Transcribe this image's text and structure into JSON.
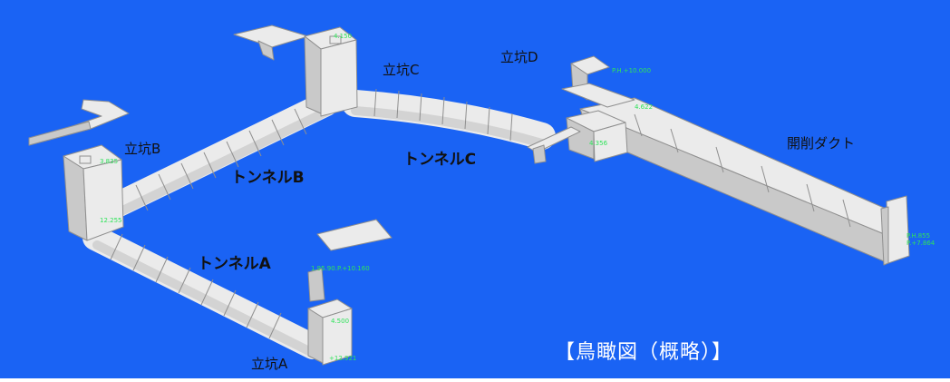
{
  "colors": {
    "background": "#1a63f4",
    "structure": "#ebebeb",
    "structure_shade": "#c9c9c9",
    "structure_edge": "#8f8f8f",
    "annotation": "#2fe35a"
  },
  "labels": {
    "shaft_a": "立坑A",
    "shaft_b": "立坑B",
    "shaft_c": "立坑C",
    "shaft_d": "立坑D",
    "tunnel_a": "トンネルA",
    "tunnel_b": "トンネルB",
    "tunnel_c": "トンネルC",
    "duct": "開削ダクト"
  },
  "title": "【鳥瞰図（概略）】"
}
